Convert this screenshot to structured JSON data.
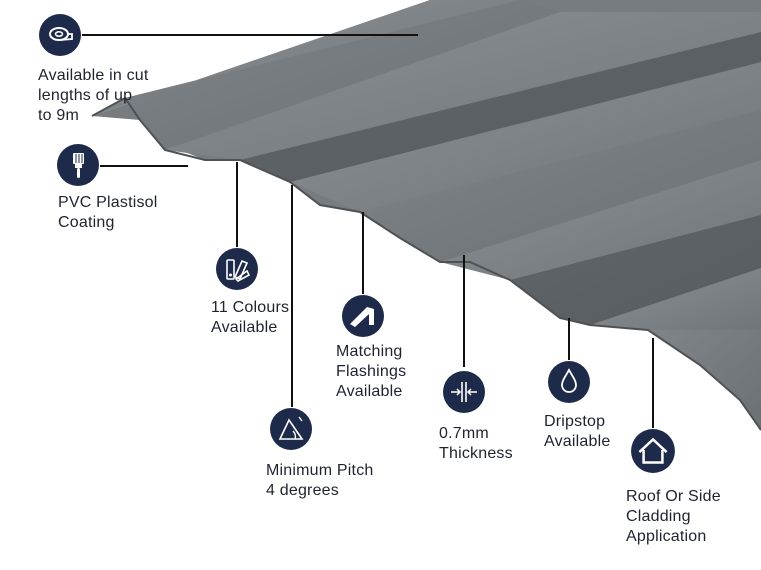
{
  "colors": {
    "icon_bg": "#1e2a4a",
    "icon_fg": "#ffffff",
    "sheet": "#7c8286",
    "leader": "#111111",
    "text": "#1f2330"
  },
  "features": [
    {
      "id": "cut-lengths",
      "icon": "tape-measure-icon",
      "label": "Available in cut\nlengths of up\nto 9m"
    },
    {
      "id": "coating",
      "icon": "paint-brush-icon",
      "label": "PVC Plastisol\nCoating"
    },
    {
      "id": "colours",
      "icon": "colour-swatch-icon",
      "label": "11 Colours\nAvailable"
    },
    {
      "id": "flashings",
      "icon": "flashing-icon",
      "label": "Matching\nFlashings\nAvailable"
    },
    {
      "id": "pitch",
      "icon": "pitch-angle-icon",
      "label": "Minimum Pitch\n4 degrees"
    },
    {
      "id": "thickness",
      "icon": "thickness-icon",
      "label": "0.7mm\nThickness"
    },
    {
      "id": "dripstop",
      "icon": "water-drop-icon",
      "label": "Dripstop\nAvailable"
    },
    {
      "id": "application",
      "icon": "house-icon",
      "label": "Roof Or Side\nCladding\nApplication"
    }
  ]
}
